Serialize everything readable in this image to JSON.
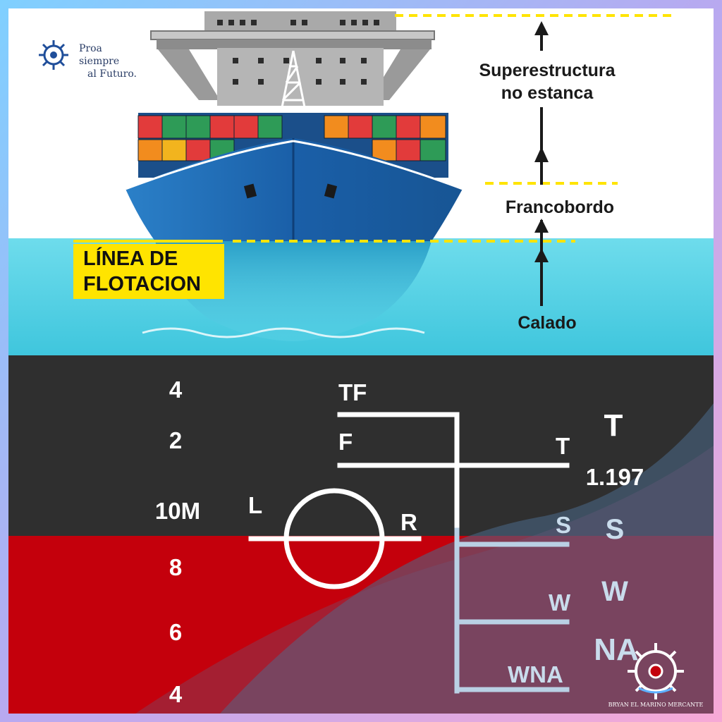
{
  "brand": {
    "tagline_line1": "Proa siempre",
    "tagline_line2": "al Futuro.",
    "logo_caption": "BRYAN EL MARINO MERCANTE"
  },
  "top_diagram": {
    "waterline_label_line1": "LÍNEA DE",
    "waterline_label_line2": "FLOTACION",
    "superstructure_line1": "Superestructura",
    "superstructure_line2": "no estanca",
    "freeboard": "Francobordo",
    "draft": "Calado",
    "colors": {
      "sky": "#ffffff",
      "water": "#5dd3e6",
      "hull": "#1f6fb8",
      "marker": "#ffe400"
    }
  },
  "load_line": {
    "scale_labels": [
      "4",
      "2",
      "10M",
      "8",
      "6",
      "4"
    ],
    "marks": {
      "tf": "TF",
      "f": "F",
      "t": "T",
      "l": "L",
      "r": "R",
      "s": "S",
      "w": "W",
      "wna": "WNA"
    },
    "right_legend": {
      "t": "T",
      "value": "1.197",
      "s": "S",
      "w": "W",
      "na": "NA"
    },
    "colors": {
      "upper_band": "#2f2f2f",
      "lower_band": "#c4000c",
      "overlay": "#4a6a8a"
    }
  }
}
